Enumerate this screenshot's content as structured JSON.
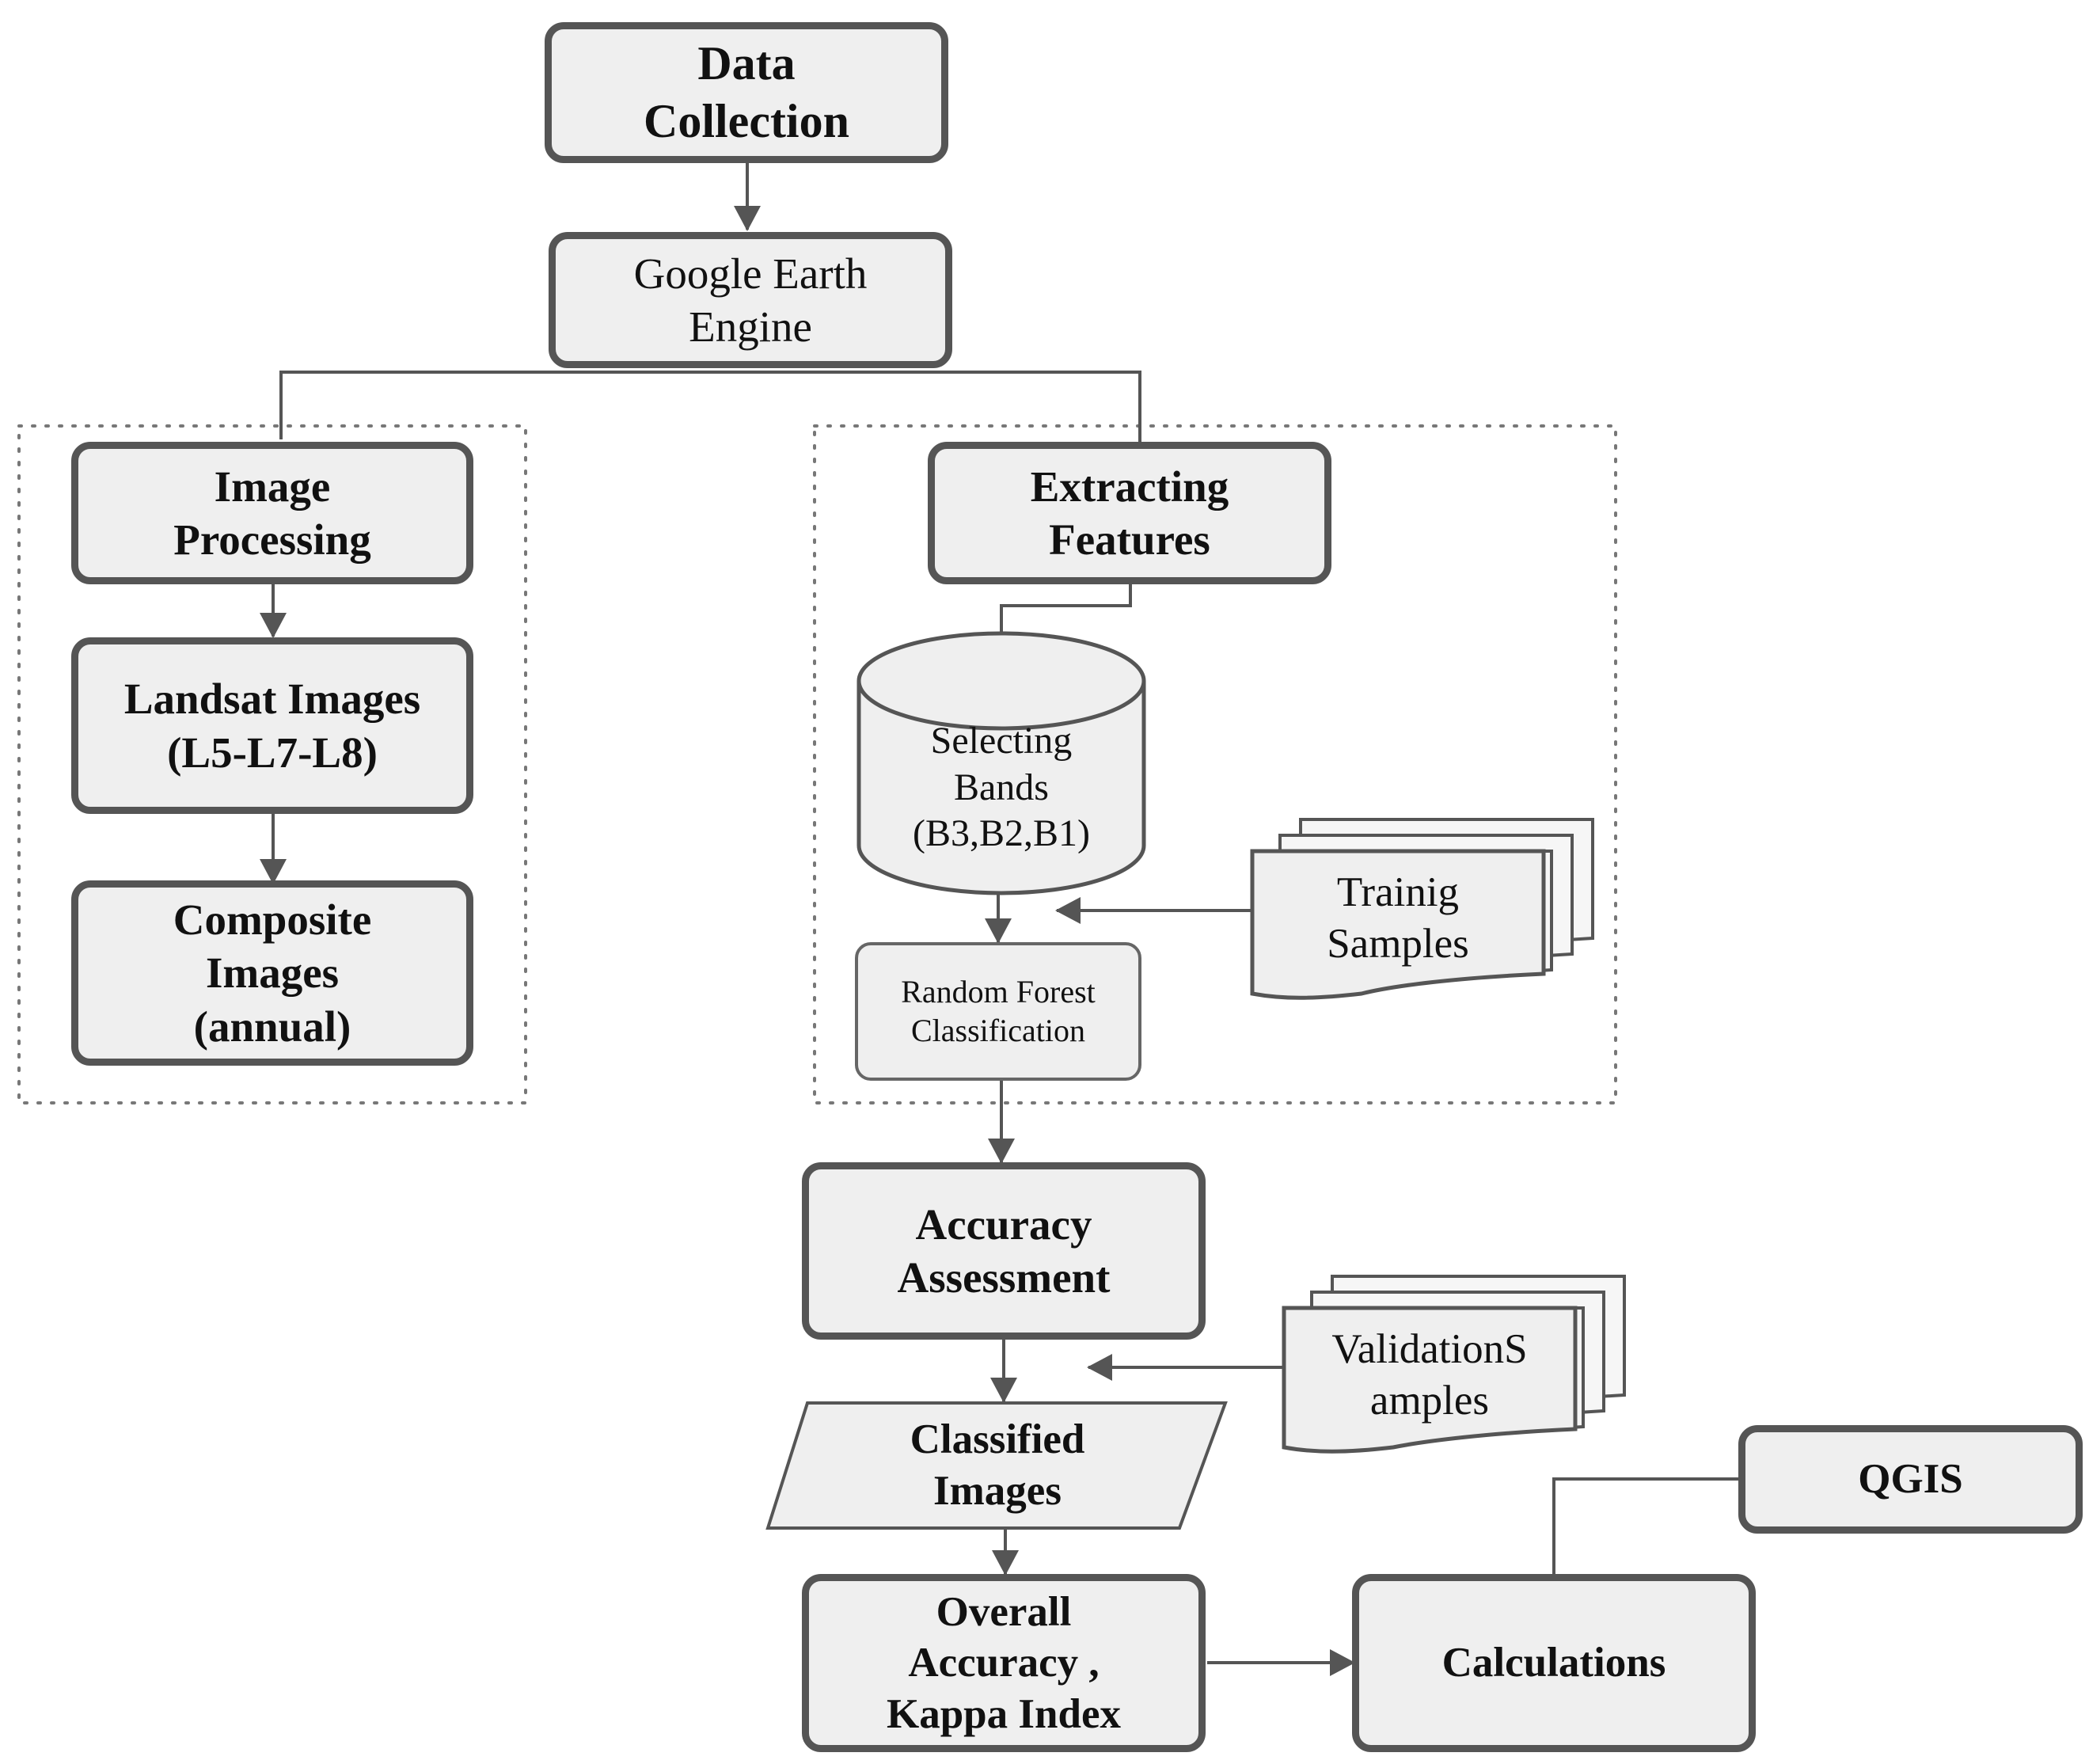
{
  "nodes": {
    "data_collection": "Data\nCollection",
    "google_earth_engine": "Google Earth\nEngine",
    "image_processing": "Image\nProcessing",
    "landsat_images": "Landsat Images\n(L5-L7-L8)",
    "composite_images": "Composite\nImages\n(annual)",
    "extracting_features": "Extracting\nFeatures",
    "selecting_bands": "Selecting\nBands\n(B3,B2,B1)",
    "training_samples": "Trainig\nSamples",
    "random_forest": "Random Forest\nClassification",
    "accuracy_assessment": "Accuracy\nAssessment",
    "validation_samples": "ValidationS\namples",
    "classified_images": "Classified\nImages",
    "overall_accuracy": "Overall\nAccuracy ,\nKappa Index",
    "calculations": "Calculations",
    "qgis": "QGIS"
  },
  "colors": {
    "box_fill": "#efefef",
    "box_border": "#555555",
    "line": "#555555",
    "group_border": "#777777"
  }
}
